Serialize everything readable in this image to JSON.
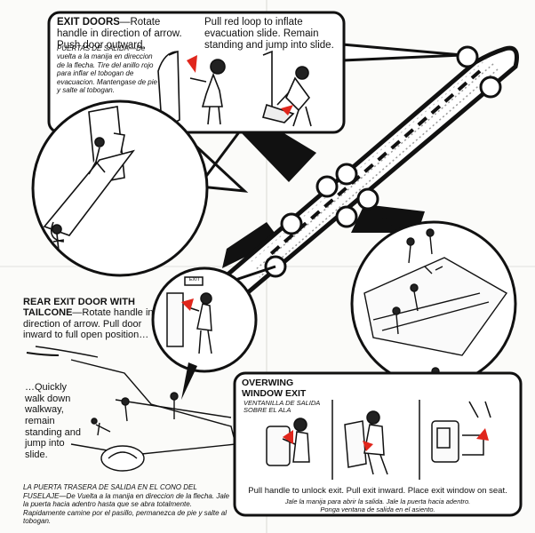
{
  "exit_doors": {
    "heading": "EXIT DOORS",
    "instruction": "—Rotate handle in direction of arrow. Push door outward.",
    "spanish": "PUERTAS DE SALIDA—De vuelta a la manija en direccion de la flecha. Tire del anillo rojo para inflar el tobogan de evacuacion. Mantengase de pie y salte al tobogan.",
    "slide_instruction": "Pull red loop to inflate evacuation slide. Remain standing and jump into slide."
  },
  "rear_exit": {
    "heading": "REAR EXIT DOOR WITH TAILCONE",
    "instruction": "—Rotate handle in direction of arrow. Pull door inward to full open position…",
    "walkway": "…Quickly walk down walkway, remain standing and jump into slide.",
    "sign": "EXIT",
    "spanish_heading": "LA PUERTA TRASERA DE SALIDA EN EL CONO DEL FUSELAJE",
    "spanish": "—De Vuelta a la manija en direccion de la flecha. Jale la puerta hacia adentro hasta que se abra totalmente. Rapidamente camine por el pasillo, permanezca de pie y salte al tobogan."
  },
  "overwing": {
    "heading": "OVERWING WINDOW EXIT",
    "spanish_heading": "VENTANILLA DE SALIDA SOBRE EL ALA",
    "instruction": "Pull handle to unlock exit. Pull exit inward. Place exit window on seat.",
    "spanish_line1": "Jale la manija para abrir la salida. Jale la puerta hacia adentro.",
    "spanish_line2": "Ponga ventana de salida en el asiento."
  },
  "colors": {
    "accent": "#e0261c",
    "ink": "#111111",
    "paper": "#fbfbf9"
  }
}
